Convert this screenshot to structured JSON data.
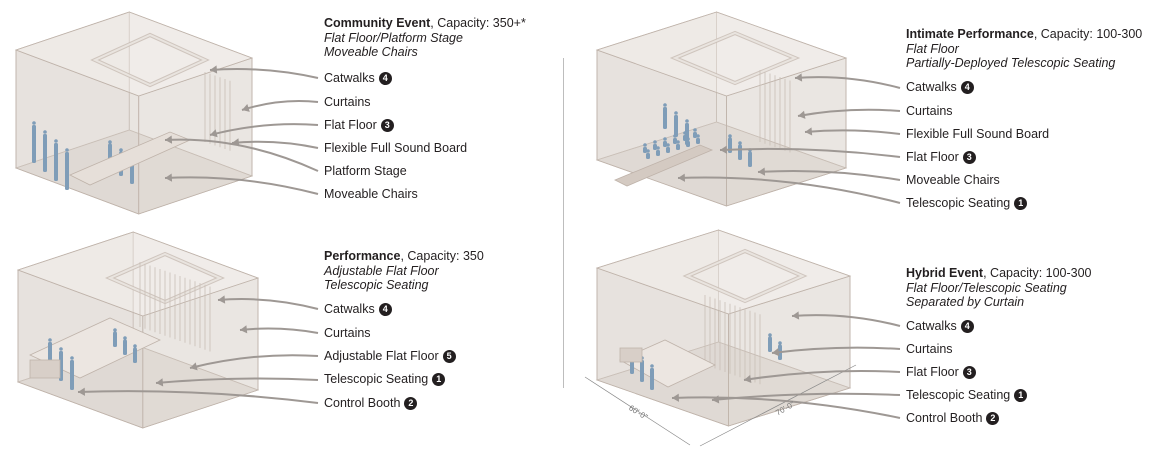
{
  "panels": [
    {
      "id": "community",
      "title_name": "Community Event",
      "title_rest": ", Capacity: 350+*",
      "subtitles": [
        "Flat Floor/Platform Stage",
        "Moveable Chairs"
      ],
      "labels": [
        {
          "text": "Catwalks",
          "badge": "4"
        },
        {
          "text": "Curtains",
          "badge": ""
        },
        {
          "text": "Flat Floor",
          "badge": "3"
        },
        {
          "text": "Flexible Full Sound Board",
          "badge": ""
        },
        {
          "text": "Platform Stage",
          "badge": ""
        },
        {
          "text": "Moveable Chairs",
          "badge": ""
        }
      ]
    },
    {
      "id": "intimate",
      "title_name": "Intimate Performance",
      "title_rest": ", Capacity: 100-300",
      "subtitles": [
        "Flat Floor",
        "Partially-Deployed Telescopic Seating"
      ],
      "labels": [
        {
          "text": "Catwalks",
          "badge": "4"
        },
        {
          "text": "Curtains",
          "badge": ""
        },
        {
          "text": "Flexible Full Sound Board",
          "badge": ""
        },
        {
          "text": "Flat Floor",
          "badge": "3"
        },
        {
          "text": "Moveable Chairs",
          "badge": ""
        },
        {
          "text": "Telescopic Seating",
          "badge": "1"
        }
      ]
    },
    {
      "id": "performance",
      "title_name": "Performance",
      "title_rest": ", Capacity: 350",
      "subtitles": [
        "Adjustable Flat Floor",
        "Telescopic Seating"
      ],
      "labels": [
        {
          "text": "Catwalks",
          "badge": "4"
        },
        {
          "text": "Curtains",
          "badge": ""
        },
        {
          "text": "Adjustable Flat Floor",
          "badge": "5"
        },
        {
          "text": "Telescopic Seating",
          "badge": "1"
        },
        {
          "text": "Control Booth",
          "badge": "2"
        }
      ]
    },
    {
      "id": "hybrid",
      "title_name": "Hybrid Event",
      "title_rest": ", Capacity: 100-300",
      "subtitles": [
        "Flat Floor/Telescopic Seating",
        "Separated by Curtain"
      ],
      "labels": [
        {
          "text": "Catwalks",
          "badge": "4"
        },
        {
          "text": "Curtains",
          "badge": ""
        },
        {
          "text": "Flat Floor",
          "badge": "3"
        },
        {
          "text": "Telescopic Seating",
          "badge": "1"
        },
        {
          "text": "Control Booth",
          "badge": "2"
        }
      ]
    }
  ],
  "dimensions": {
    "width": "60'-0\"",
    "depth": "70'-0\""
  },
  "colors": {
    "box": "#ded6d0",
    "figure": "#7f9db8",
    "arrow": "#9e9894",
    "badge": "#231f20"
  }
}
